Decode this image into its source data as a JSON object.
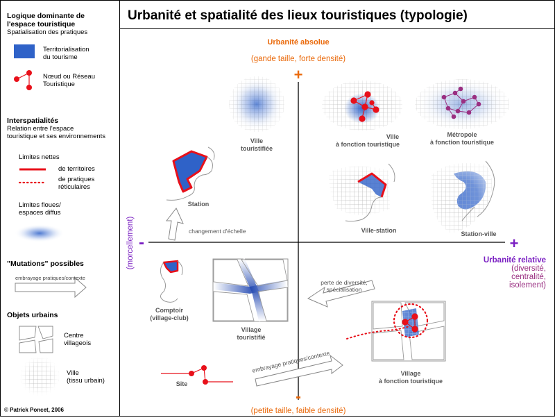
{
  "title": "Urbanité et spatialité des lieux touristiques (typologie)",
  "colors": {
    "blue": "#2f62c8",
    "red": "#e8101a",
    "orange": "#ea6a0c",
    "purple": "#7a1fc2",
    "purple_dark": "#9a2f82",
    "grey": "#555555",
    "grid": "#b8b8b8"
  },
  "legend": {
    "logique": {
      "heading": [
        "Logique dominante de",
        "l'espace touristique"
      ],
      "sub": "Spatialisation des pratiques",
      "territorialisation": [
        "Territorialisation",
        "du tourisme"
      ],
      "noeud": [
        "Nœud ou Réseau",
        "Touristique"
      ]
    },
    "interspatialites": {
      "heading": "Interspatialités",
      "sub": [
        "Relation entre l'espace",
        "touristique et ses environnements"
      ],
      "limites_nettes": "Limites nettes",
      "territoires": "de territoires",
      "pratiques": [
        "de pratiques",
        "réticulaires"
      ],
      "limites_floues": [
        "Limites floues/",
        "espaces diffus"
      ]
    },
    "mutations": {
      "heading": "\"Mutations\" possibles",
      "arrow_label": "embrayage pratiques/contexte"
    },
    "objets": {
      "heading": "Objets urbains",
      "centre": [
        "Centre",
        "villageois"
      ],
      "ville": [
        "Ville",
        "(tissu urbain)"
      ]
    },
    "copyright": "© Patrick Poncet, 2006"
  },
  "axes": {
    "y_top": "Urbanité absolue",
    "y_top_sub": "(gande taille, forte densité)",
    "plus": "+",
    "minus": "-",
    "y_bottom_sub": "(petite taille, faible densité)",
    "y_left": "(morcellement)",
    "x_right": "Urbanité relative",
    "x_right_sub": [
      "(diversité,",
      "centralité,",
      "isolement)"
    ]
  },
  "places": {
    "ville_touristifiee": [
      "Ville",
      "touristifiée"
    ],
    "ville_fonction": [
      "Ville",
      "à fonction touristique"
    ],
    "metropole": [
      "Métropole",
      "à fonction touristique"
    ],
    "station": "Station",
    "ville_station": "Ville-station",
    "station_ville": "Station-ville",
    "comptoir": [
      "Comptoir",
      "(village-club)"
    ],
    "village_touristifie": [
      "Village",
      "touristifié"
    ],
    "village_fonction": [
      "Village",
      "à fonction touristique"
    ],
    "site": "Site"
  },
  "arrows": {
    "changement": "changement d'échelle",
    "perte": [
      "perte de diversité,",
      "spécialisation"
    ],
    "embrayage": "embrayage pratiques/contexte"
  }
}
